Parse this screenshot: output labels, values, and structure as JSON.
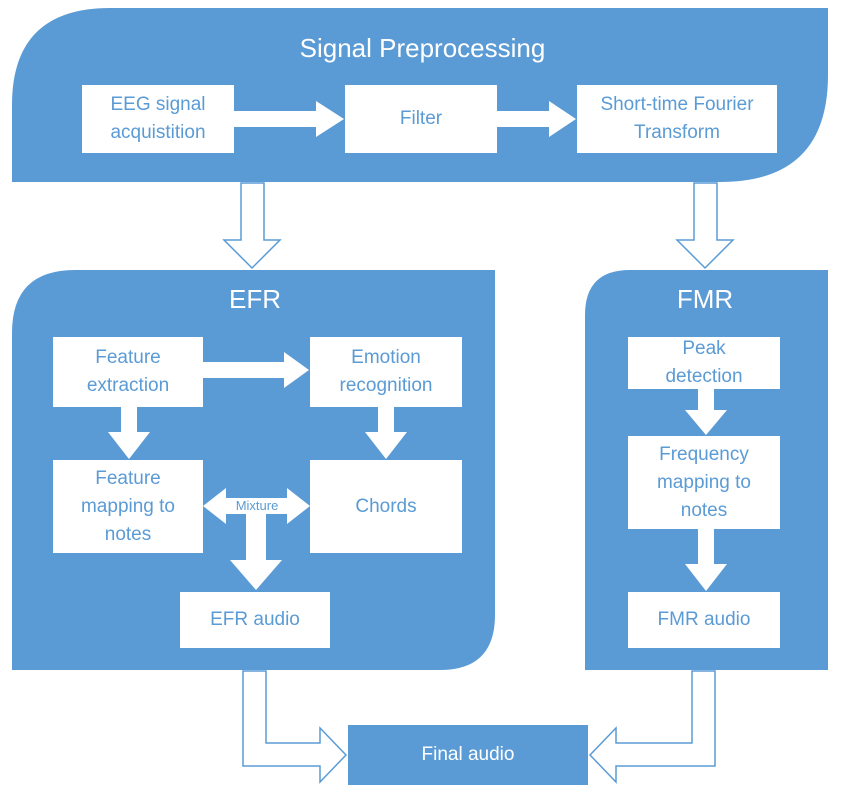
{
  "colors": {
    "panel": "#5b9bd5",
    "box_fill": "#ffffff",
    "box_text": "#5b9bd5",
    "title_text": "#ffffff"
  },
  "panels": {
    "signal_preprocessing": {
      "title": "Signal Preprocessing"
    },
    "efr": {
      "title": "EFR"
    },
    "fmr": {
      "title": "FMR"
    }
  },
  "boxes": {
    "eeg": "EEG signal\nacquistition",
    "filter": "Filter",
    "stft": "Short-time Fourier\nTransform",
    "feature_extraction": "Feature\nextraction",
    "emotion_recognition": "Emotion\nrecognition",
    "feature_mapping": "Feature\nmapping to\nnotes",
    "chords": "Chords",
    "efr_audio": "EFR audio",
    "peak_detection": "Peak\ndetection",
    "frequency_mapping": "Frequency\nmapping to\nnotes",
    "fmr_audio": "FMR audio",
    "final_audio": "Final audio"
  },
  "arrow_labels": {
    "mixture": "Mixture"
  }
}
